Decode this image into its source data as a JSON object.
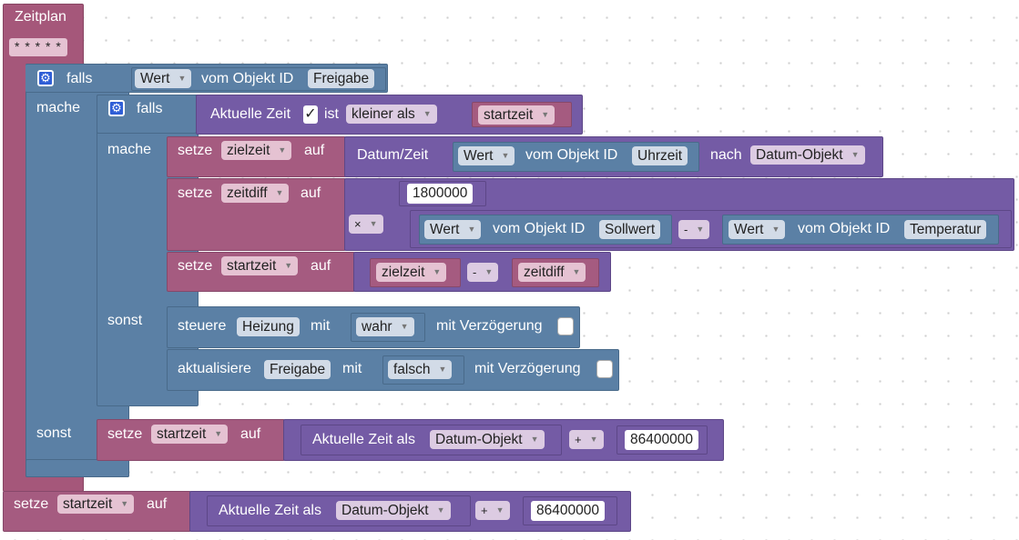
{
  "schedule": {
    "label": "Zeitplan",
    "pattern": "* * * * *"
  },
  "outer_if": {
    "if_label": "falls",
    "do_label": "mache",
    "else_label": "sonst",
    "condition": {
      "prop": "Wert",
      "from_label": "vom Objekt ID",
      "object_id": "Freigabe"
    }
  },
  "inner_if": {
    "if_label": "falls",
    "do_label": "mache",
    "else_label": "sonst",
    "condition": {
      "time_label": "Aktuelle Zeit",
      "checkmark": "✓",
      "ist_label": "ist",
      "compare": "kleiner als",
      "var": "startzeit"
    }
  },
  "set_zielzeit": {
    "set_label": "setze",
    "var": "zielzeit",
    "to_label": "auf",
    "convert": {
      "label": "Datum/Zeit",
      "prop": "Wert",
      "from_label": "vom Objekt ID",
      "object_id": "Uhrzeit",
      "after_label": "nach",
      "type": "Datum-Objekt"
    }
  },
  "set_zeitdiff": {
    "set_label": "setze",
    "var": "zeitdiff",
    "to_label": "auf",
    "number": "1800000",
    "op": "×",
    "left": {
      "prop": "Wert",
      "from_label": "vom Objekt ID",
      "object_id": "Sollwert"
    },
    "minus_op": "-",
    "right": {
      "prop": "Wert",
      "from_label": "vom Objekt ID",
      "object_id": "Temperatur"
    }
  },
  "set_startzeit_inner": {
    "set_label": "setze",
    "var": "startzeit",
    "to_label": "auf",
    "left_var": "zielzeit",
    "op": "-",
    "right_var": "zeitdiff"
  },
  "control_heizung": {
    "label": "steuere",
    "object_id": "Heizung",
    "mit_label": "mit",
    "value": "wahr",
    "delay_label": "mit Verzögerung"
  },
  "update_freigabe": {
    "label": "aktualisiere",
    "object_id": "Freigabe",
    "mit_label": "mit",
    "value": "falsch",
    "delay_label": "mit Verzögerung"
  },
  "set_startzeit_else": {
    "set_label": "setze",
    "var": "startzeit",
    "to_label": "auf",
    "time_label": "Aktuelle Zeit als",
    "type": "Datum-Objekt",
    "op": "+",
    "number": "86400000"
  },
  "set_startzeit_bottom": {
    "set_label": "setze",
    "var": "startzeit",
    "to_label": "auf",
    "time_label": "Aktuelle Zeit als",
    "type": "Datum-Objekt",
    "op": "+",
    "number": "86400000"
  },
  "colors": {
    "schedule": "#a5577a",
    "logic": "#5b80a5",
    "variables": "#a55b80",
    "math": "#745ba5",
    "gear": "#2f5ed6",
    "workspace": "#ffffff"
  }
}
